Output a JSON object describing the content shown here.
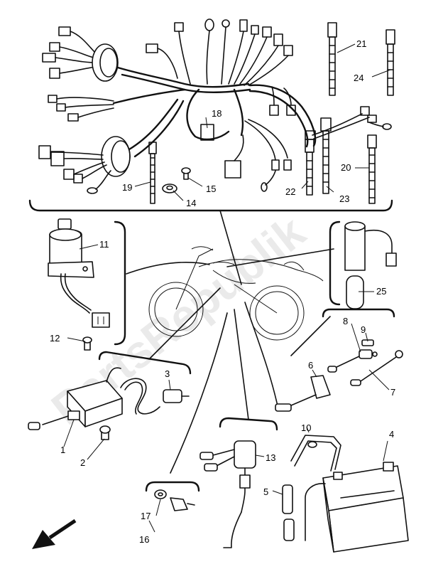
{
  "watermark": "PartsRepublik",
  "callouts": {
    "c1": "1",
    "c2": "2",
    "c3": "3",
    "c4": "4",
    "c5": "5",
    "c6": "6",
    "c7": "7",
    "c8": "8",
    "c9": "9",
    "c10": "10",
    "c11": "11",
    "c12": "12",
    "c13": "13",
    "c14": "14",
    "c15": "15",
    "c16": "16",
    "c17": "17",
    "c18": "18",
    "c19": "19",
    "c20": "20",
    "c21": "21",
    "c22": "22",
    "c23": "23",
    "c24": "24",
    "c25": "25"
  },
  "icons": {
    "front_arrow": "arrow-down-left-icon"
  }
}
